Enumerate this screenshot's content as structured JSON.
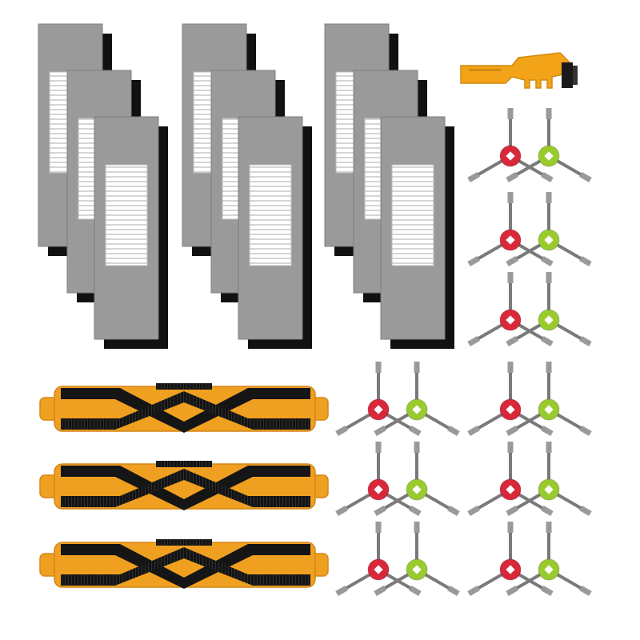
{
  "product_kit": {
    "filters": {
      "groups": 3,
      "per_group": 3,
      "colors": {
        "frame": "#9a9a9a",
        "frame_edge": "#7d7d7d",
        "foam": "#111111",
        "pleat": "#ffffff",
        "pleat_shadow": "#cfcfcf"
      }
    },
    "main_brushes": {
      "count": 3,
      "colors": {
        "core": "#f0a020",
        "core_dark": "#d2861a",
        "bristle": "#151515"
      }
    },
    "side_brush_pairs": {
      "count": 9,
      "colors": {
        "hub_red": "#d8283a",
        "hub_green": "#9acb2e",
        "arm": "#7a7a7a",
        "bristle": "#9a9a9a"
      }
    },
    "cleaning_tool": {
      "count": 1,
      "colors": {
        "body": "#f2a318",
        "bristle": "#1a1a1a"
      }
    }
  }
}
